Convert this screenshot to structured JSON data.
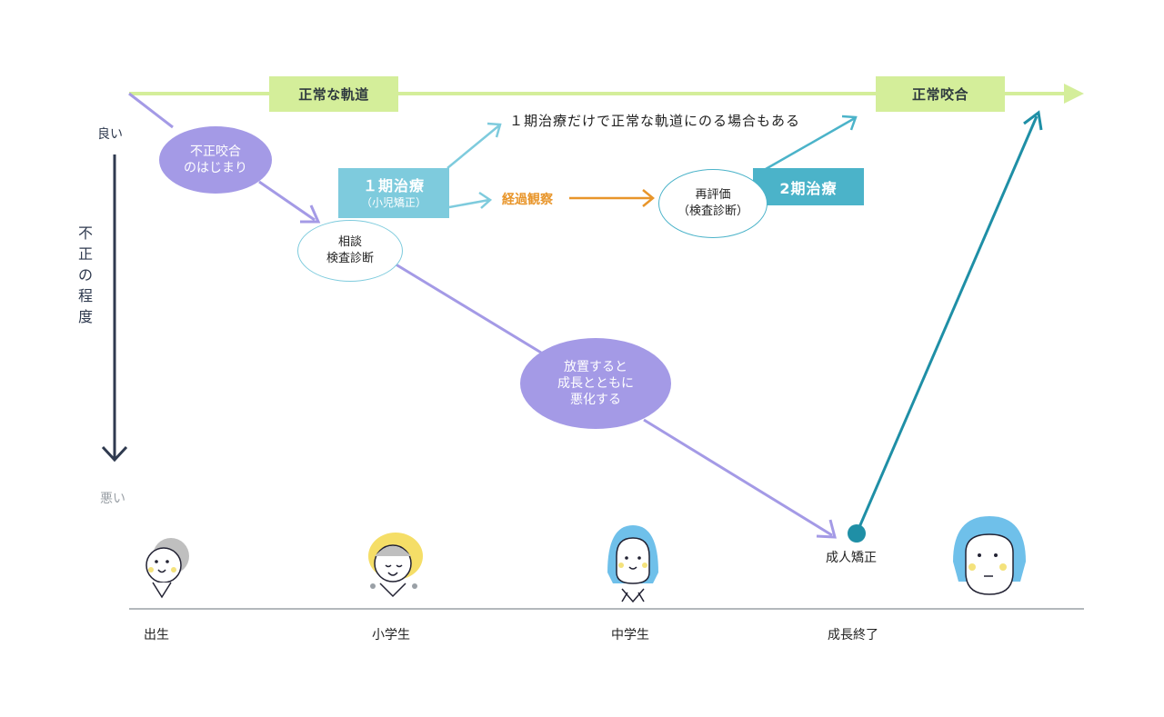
{
  "axis": {
    "top_label": "良い",
    "bottom_label": "悪い",
    "vertical_label": [
      "不",
      "正",
      "の",
      "程",
      "度"
    ]
  },
  "timeline": [
    "出生",
    "小学生",
    "中学生",
    "成長終了"
  ],
  "boxes": {
    "normal_track": "正常な軌道",
    "normal_occlusion": "正常咬合",
    "phase1_title": "１期治療",
    "phase1_sub": "（小児矯正）",
    "phase2": "2期治療"
  },
  "ellipses": {
    "start": [
      "不正咬合",
      "のはじまり"
    ],
    "consult": [
      "相談",
      "検査診断"
    ],
    "worsen": [
      "放置すると",
      "成長とともに",
      "悪化する"
    ],
    "reeval": [
      "再評価",
      "（検査診断）"
    ]
  },
  "notes": {
    "phase1_only": "１期治療だけで正常な軌道にのる場合もある",
    "observation": "経過観察",
    "adult": "成人矯正"
  },
  "colors": {
    "green": "#d4ee9a",
    "purple": "#a49ae6",
    "teal": "#4bb3c9",
    "teal_dark": "#1f8fa6",
    "orange": "#e8952a",
    "axis": "#2f3a4f"
  }
}
